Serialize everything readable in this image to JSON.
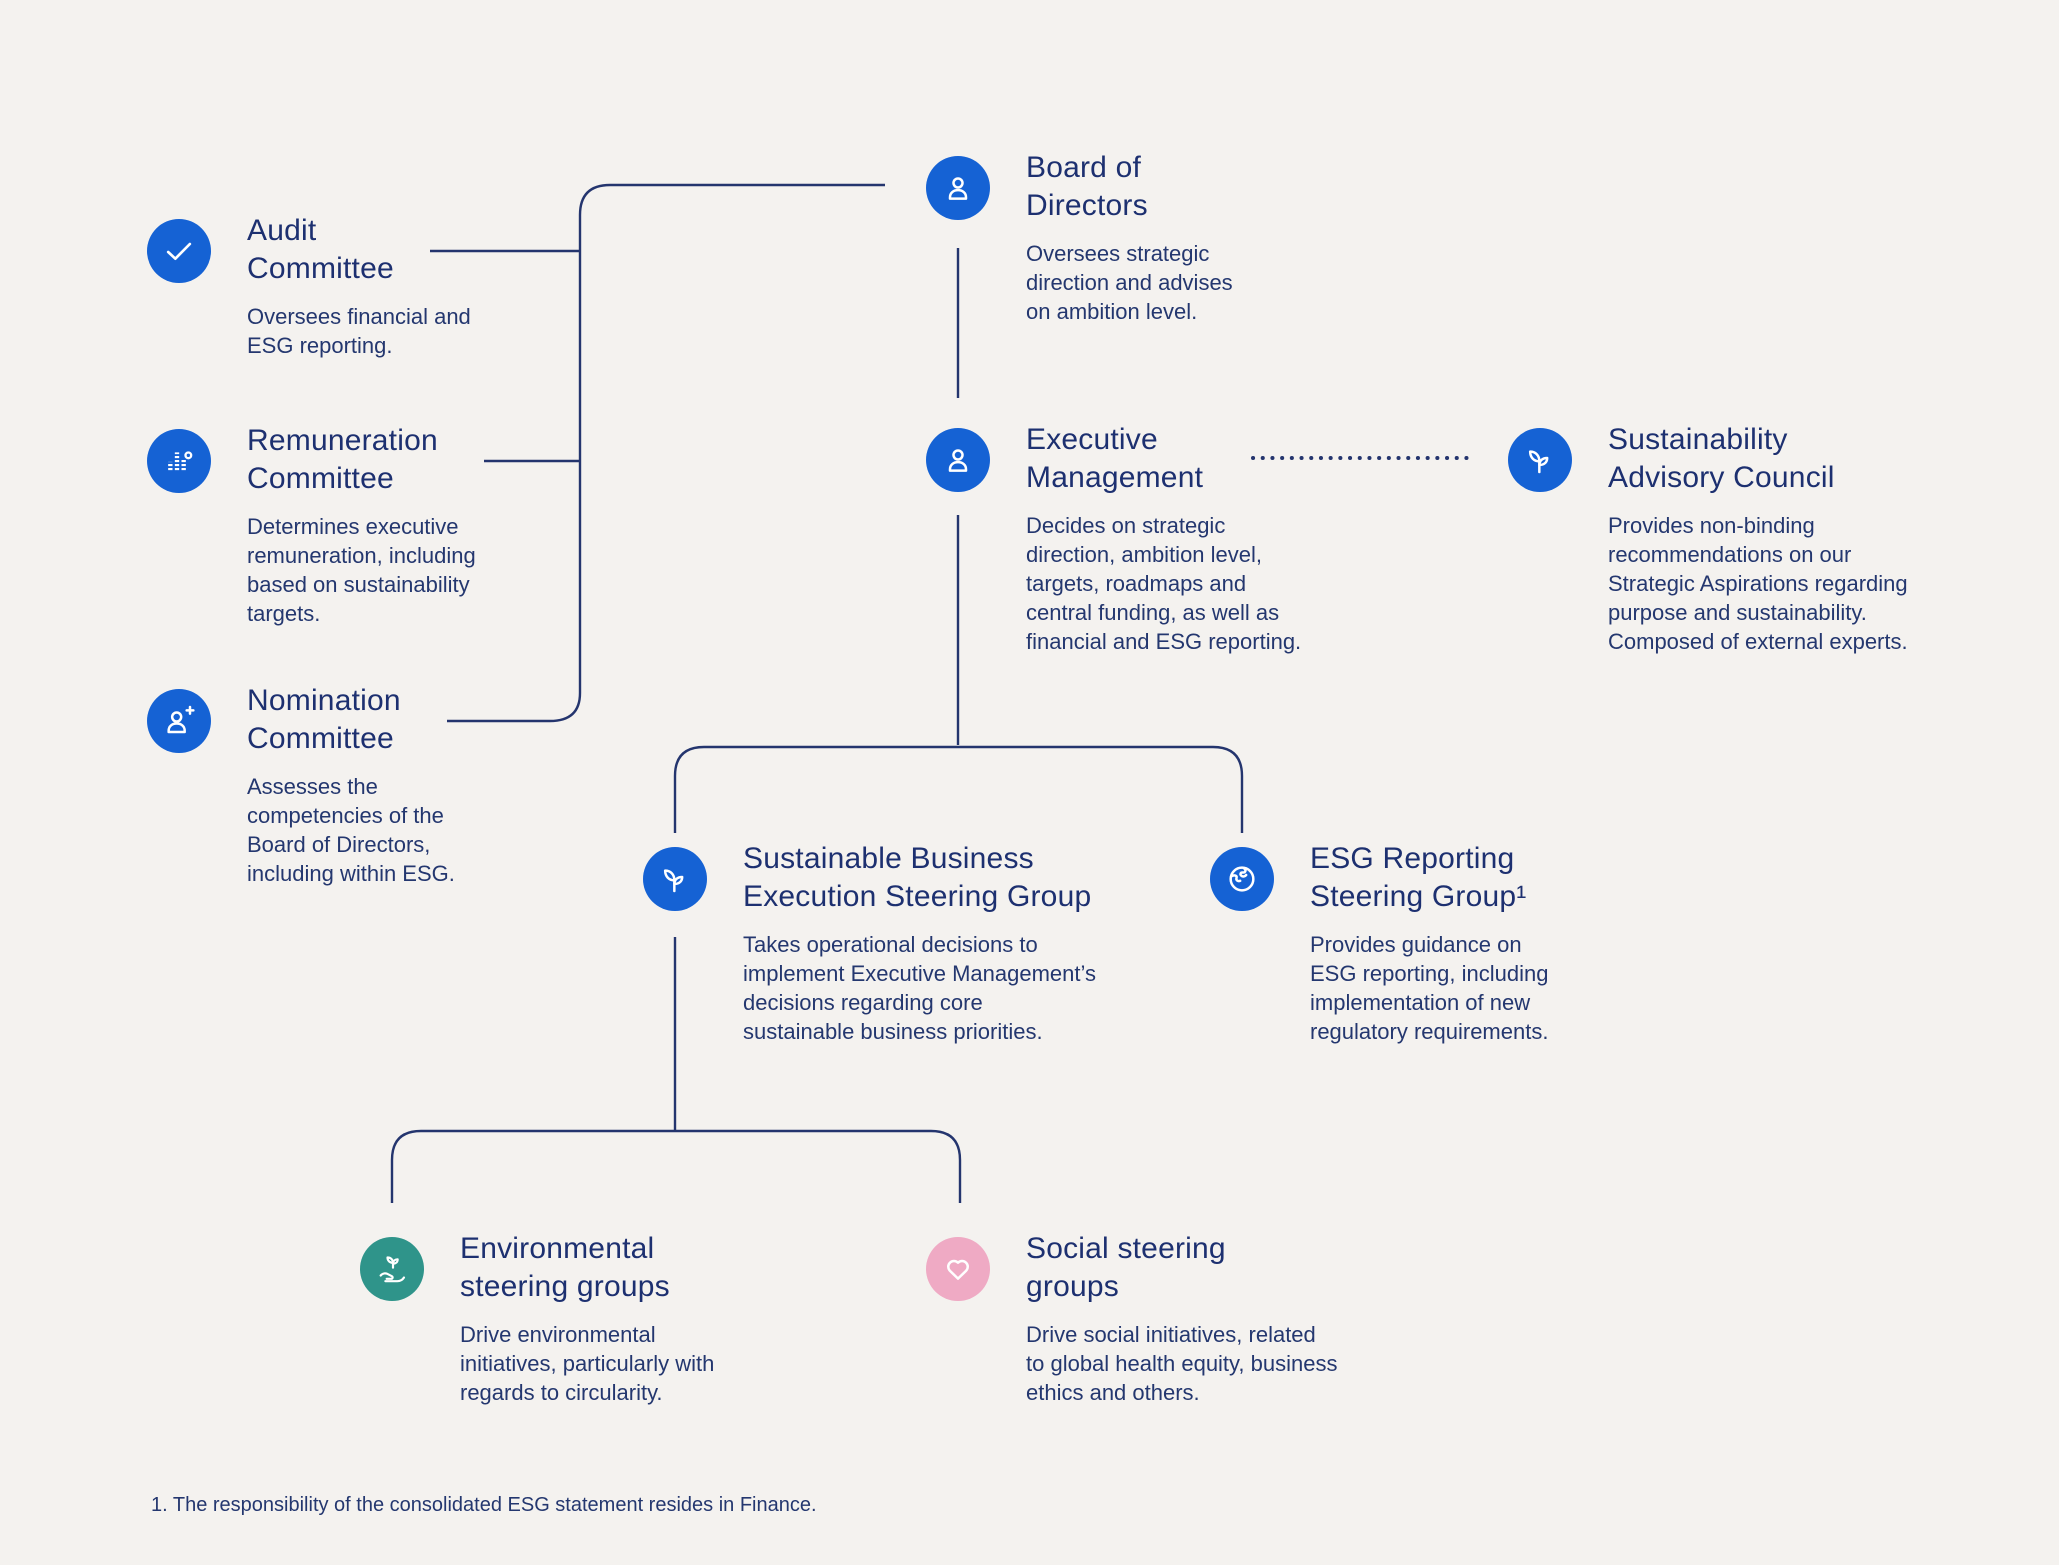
{
  "colors": {
    "background": "#f4f2ef",
    "navy_text": "#1d3070",
    "line": "#24356e",
    "icon_blue": "#1562d4",
    "icon_teal": "#2f948a",
    "icon_pink": "#efaac4",
    "icon_glyph": "#ffffff"
  },
  "nodes": [
    {
      "id": "audit-committee",
      "icon": "check-icon",
      "title": "Audit\nCommittee",
      "desc": "Oversees financial and\nESG reporting."
    },
    {
      "id": "remuneration-committee",
      "icon": "bar-chart-icon",
      "title": "Remuneration\nCommittee",
      "desc": "Determines executive\nremuneration, including\nbased on sustainability\ntargets."
    },
    {
      "id": "nomination-committee",
      "icon": "person-plus-icon",
      "title": "Nomination\nCommittee",
      "desc": "Assesses the\ncompetencies of the\nBoard of Directors,\nincluding within ESG."
    },
    {
      "id": "board-of-directors",
      "icon": "person-icon",
      "title": "Board of\nDirectors",
      "desc": "Oversees strategic\ndirection and advises\non ambition level."
    },
    {
      "id": "executive-management",
      "icon": "person-icon",
      "title": "Executive\nManagement",
      "desc": "Decides on strategic\ndirection, ambition level,\ntargets, roadmaps and\ncentral funding, as well as\nfinancial and ESG reporting."
    },
    {
      "id": "sustainability-advisory-council",
      "icon": "seedling-icon",
      "title": "Sustainability\nAdvisory Council",
      "desc": "Provides non-binding\nrecommendations on our\nStrategic Aspirations regarding\npurpose and sustainability.\nComposed of external experts."
    },
    {
      "id": "sustainable-business-execution-steering-group",
      "icon": "seedling-icon",
      "title": "Sustainable Business\nExecution Steering Group",
      "desc": "Takes operational decisions to\nimplement Executive Management’s\ndecisions regarding core\nsustainable business priorities."
    },
    {
      "id": "esg-reporting-steering-group",
      "icon": "globe-icon",
      "title": "ESG Reporting\nSteering Group¹",
      "desc": "Provides guidance on\nESG reporting, including\nimplementation of new\nregulatory requirements."
    },
    {
      "id": "environmental-steering-groups",
      "icon": "hand-sprout-icon",
      "title": "Environmental\nsteering groups",
      "desc": "Drive environmental\ninitiatives, particularly with\nregards to circularity."
    },
    {
      "id": "social-steering-groups",
      "icon": "heart-icon",
      "title": "Social steering\ngroups",
      "desc": "Drive social initiatives, related\nto global health equity, business\nethics and others."
    }
  ],
  "footnote": "1. The responsibility of the consolidated ESG statement resides in Finance."
}
